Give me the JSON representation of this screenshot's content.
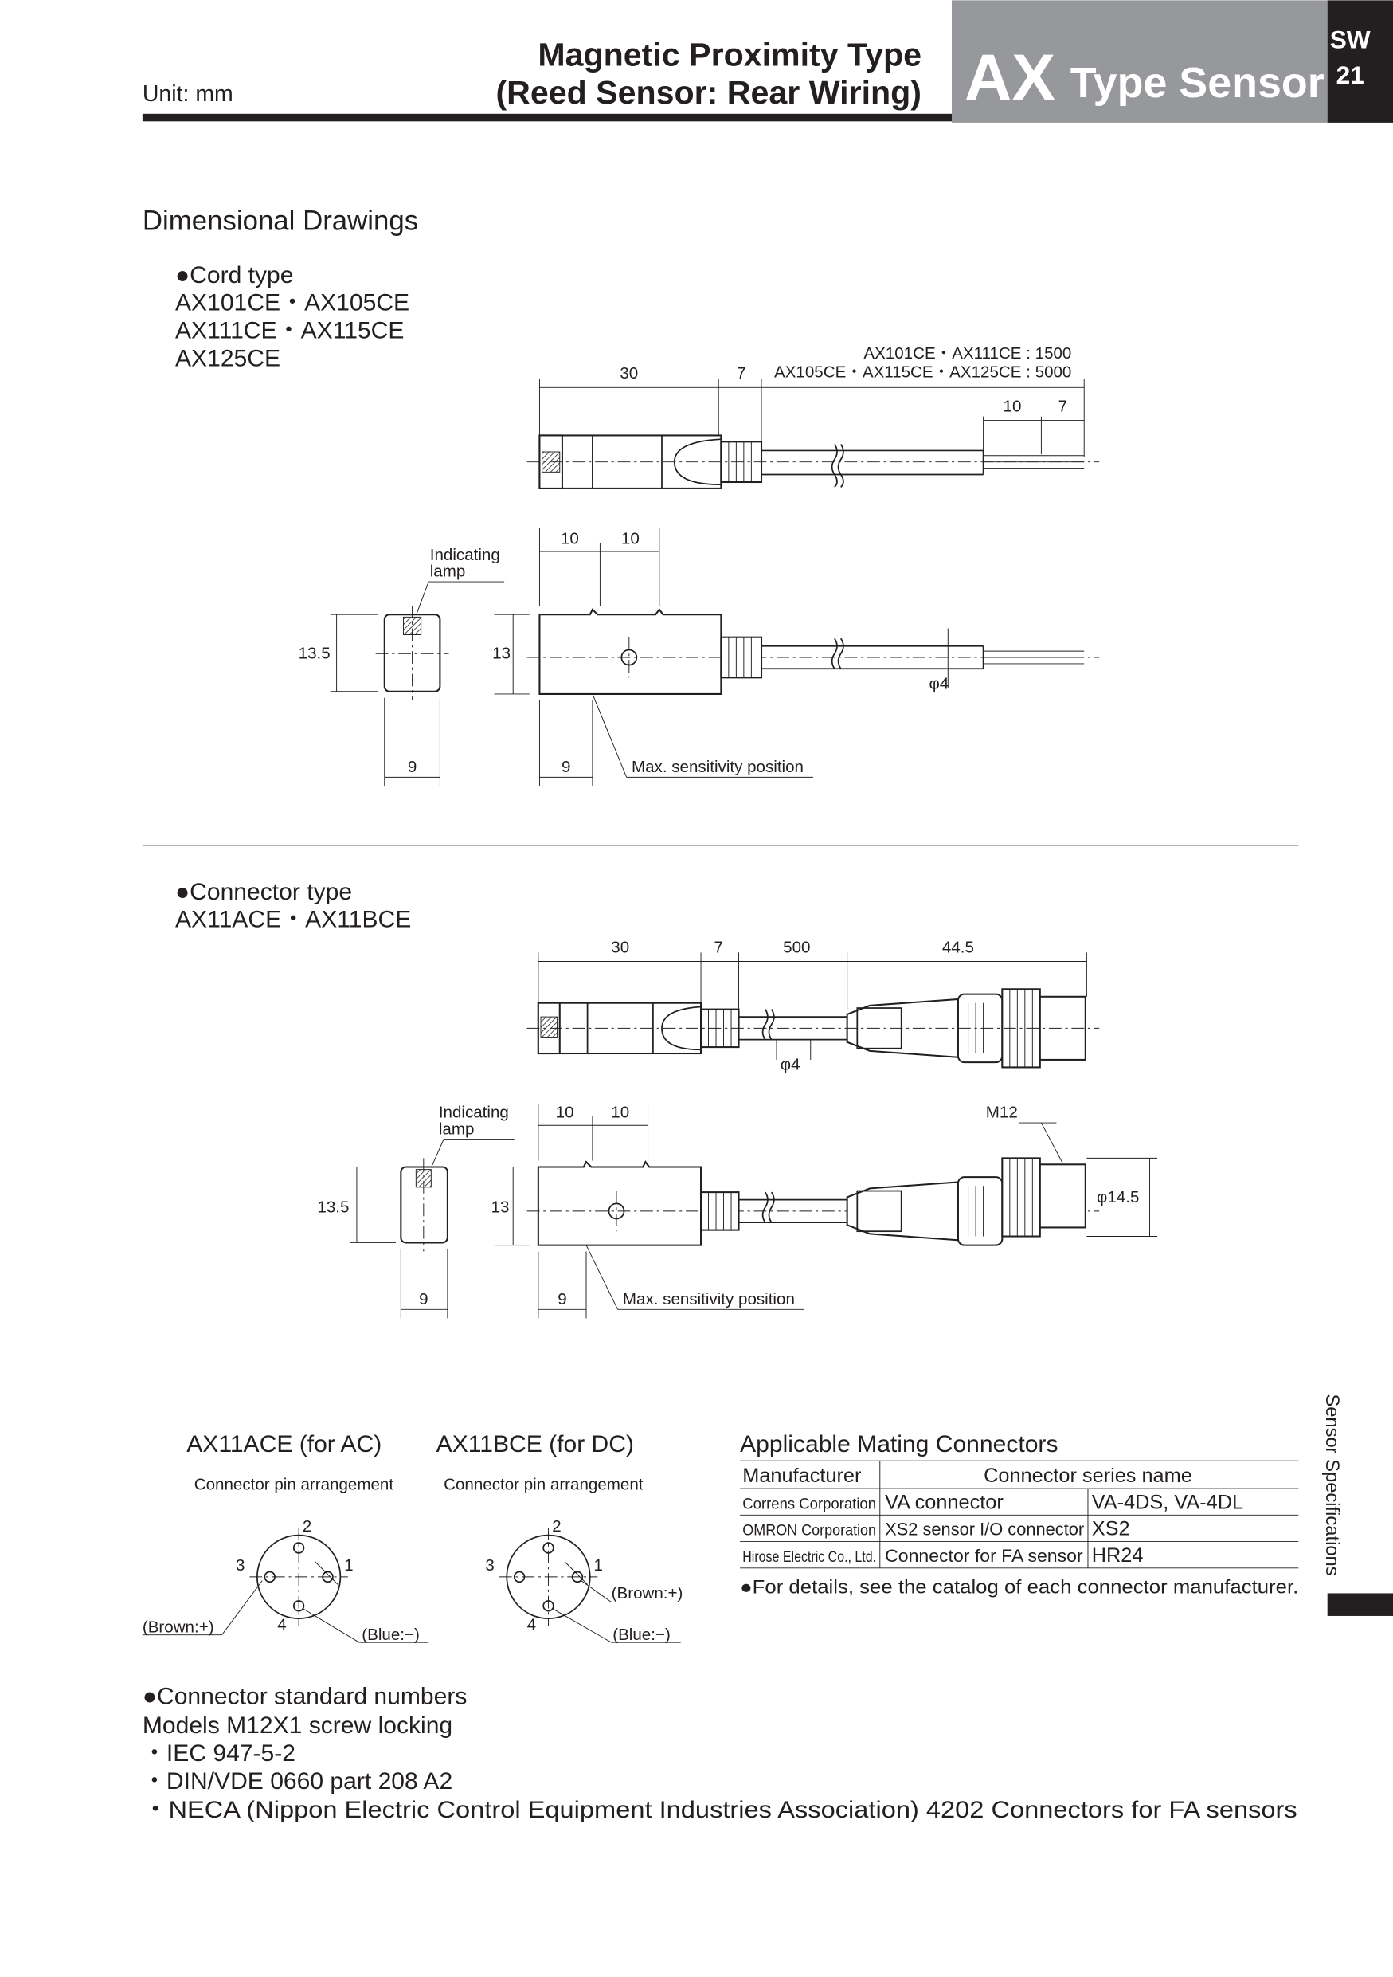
{
  "header": {
    "unit": "Unit: mm",
    "title_line1": "Magnetic Proximity Type",
    "title_line2": "(Reed Sensor: Rear Wiring)",
    "series": "AX",
    "series_suffix": "Type Sensor",
    "tab_code": "SW",
    "page_number": "21",
    "gray_color": "#97989b",
    "black_color": "#231f20"
  },
  "section_title": "Dimensional Drawings",
  "cord_type": {
    "label": "●Cord type",
    "models": [
      "AX101CE・AX105CE",
      "AX111CE・AX115CE",
      "AX125CE"
    ],
    "dims": {
      "body_len": "30",
      "boot": "7",
      "cable_len_1": "AX101CE・AX111CE : 1500",
      "cable_len_2": "AX105CE・AX115CE・AX125CE : 5000",
      "strip_a": "10",
      "strip_b": "7",
      "lamp_a": "10",
      "lamp_b": "10",
      "end_h": "13.5",
      "side_h": "13",
      "cable_dia": "φ4",
      "end_w": "9",
      "side_w": "9"
    },
    "indicating_lamp": [
      "Indicating",
      "lamp"
    ],
    "max_sensitivity": "Max. sensitivity position"
  },
  "connector_type": {
    "label": "●Connector type",
    "models": [
      "AX11ACE・AX11BCE"
    ],
    "dims": {
      "body_len": "30",
      "boot": "7",
      "cable_len": "500",
      "conn_len": "44.5",
      "cable_dia": "φ4",
      "lamp_a": "10",
      "lamp_b": "10",
      "thread": "M12",
      "conn_dia": "φ14.5",
      "end_h": "13.5",
      "side_h": "13",
      "end_w": "9",
      "side_w": "9"
    },
    "indicating_lamp": [
      "Indicating",
      "lamp"
    ],
    "max_sensitivity": "Max. sensitivity position"
  },
  "pin_arrangements": [
    {
      "title": "AX11ACE (for AC)",
      "subtitle": "Connector pin arrangement",
      "pins": [
        "1",
        "2",
        "3",
        "4"
      ],
      "brown": "(Brown:+)",
      "blue": "(Blue:−)"
    },
    {
      "title": "AX11BCE (for DC)",
      "subtitle": "Connector pin arrangement",
      "pins": [
        "1",
        "2",
        "3",
        "4"
      ],
      "brown": "(Brown:+)",
      "blue": "(Blue:−)"
    }
  ],
  "mating": {
    "title": "Applicable Mating Connectors",
    "headers": [
      "Manufacturer",
      "Connector series name"
    ],
    "rows": [
      [
        "Correns Corporation",
        "VA connector",
        "VA-4DS, VA-4DL"
      ],
      [
        "OMRON Corporation",
        "XS2 sensor I/O connector",
        "XS2"
      ],
      [
        "Hirose Electric Co., Ltd.",
        "Connector for FA sensor",
        "HR24"
      ]
    ],
    "note": "●For details, see the catalog of each connector manufacturer."
  },
  "side_tab": "Sensor Specifications",
  "standards": {
    "title": "●Connector standard numbers",
    "lines": [
      "Models M12X1 screw locking",
      "・IEC 947-5-2",
      "・DIN/VDE 0660 part 208 A2",
      "・NECA (Nippon Electric Control Equipment Industries Association) 4202 Connectors for FA sensors"
    ]
  }
}
